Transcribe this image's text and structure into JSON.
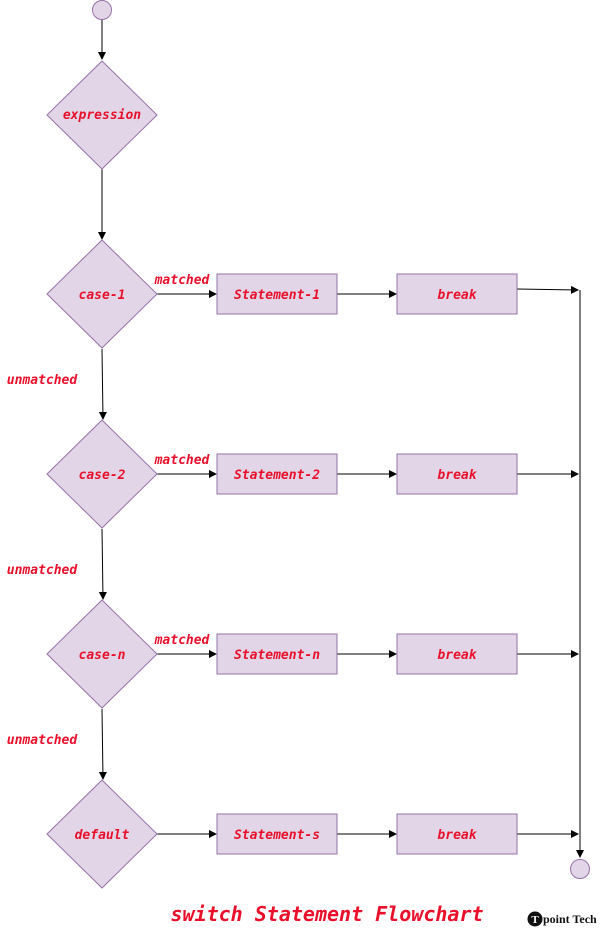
{
  "title": "switch Statement Flowchart",
  "logo": {
    "text": "point Tech",
    "mark": "T"
  },
  "colors": {
    "node_fill": "#e1d5e7",
    "node_stroke": "#9673a6",
    "text": "#e8102a",
    "edge": "#000000"
  },
  "nodes": {
    "expression": "expression",
    "case1": "case-1",
    "case2": "case-2",
    "casen": "case-n",
    "default": "default",
    "stmt1": "Statement-1",
    "stmt2": "Statement-2",
    "stmtn": "Statement-n",
    "stmts": "Statement-s",
    "break1": "break",
    "break2": "break",
    "breakn": "break",
    "breaks": "break"
  },
  "edge_labels": {
    "matched_1": "matched",
    "matched_2": "matched",
    "matched_n": "matched",
    "unmatched_1": "unmatched",
    "unmatched_2": "unmatched",
    "unmatched_3": "unmatched"
  }
}
